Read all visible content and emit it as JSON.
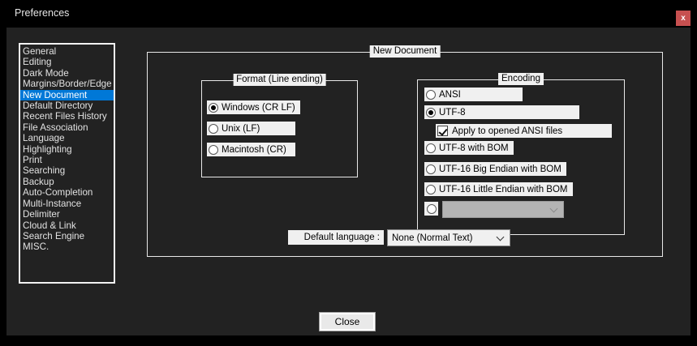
{
  "window": {
    "title": "Preferences",
    "close_glyph": "x"
  },
  "sidebar": {
    "items": [
      "General",
      "Editing",
      "Dark Mode",
      "Margins/Border/Edge",
      "New Document",
      "Default Directory",
      "Recent Files History",
      "File Association",
      "Language",
      "Highlighting",
      "Print",
      "Searching",
      "Backup",
      "Auto-Completion",
      "Multi-Instance",
      "Delimiter",
      "Cloud & Link",
      "Search Engine",
      "MISC."
    ],
    "selected": "New Document"
  },
  "panel": {
    "title": "New Document",
    "format_group": {
      "title": "Format (Line ending)",
      "options": [
        "Windows (CR LF)",
        "Unix (LF)",
        "Macintosh (CR)"
      ],
      "selected": "Windows (CR LF)"
    },
    "encoding_group": {
      "title": "Encoding",
      "options": [
        "ANSI",
        "UTF-8",
        "UTF-8 with BOM",
        "UTF-16 Big Endian with BOM",
        "UTF-16 Little Endian with BOM"
      ],
      "selected": "UTF-8",
      "apply_ansi_checkbox": {
        "label": "Apply to opened ANSI files",
        "checked": true
      },
      "other_encoding_combo": {
        "value": "",
        "enabled": false
      }
    },
    "default_language": {
      "label": "Default language :",
      "value": "None (Normal Text)"
    }
  },
  "footer": {
    "close_label": "Close"
  },
  "colors": {
    "titlebar_close": "#c75050",
    "selection": "#0078d7",
    "body_background": "#222222",
    "control_strip": "#f0f0f0",
    "group_border": "#e8e8e8"
  }
}
